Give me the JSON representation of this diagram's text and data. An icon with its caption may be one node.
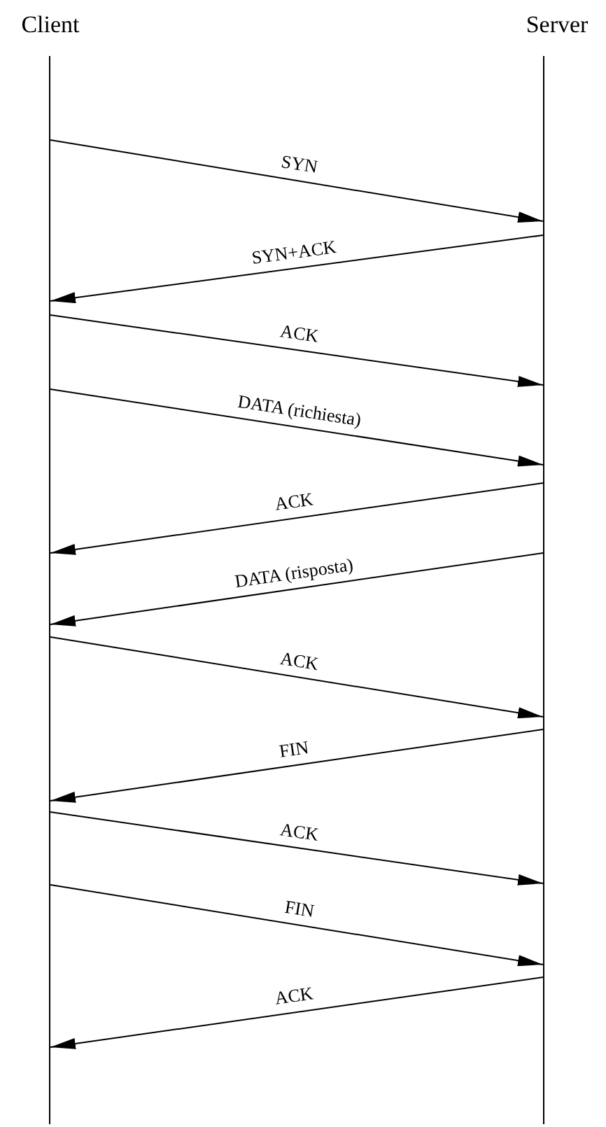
{
  "diagram": {
    "nodes": [
      {
        "text": [
          "Client"
        ]
      },
      {
        "text": [
          "Server"
        ]
      }
    ],
    "edges": [
      {
        "from": 0,
        "to": 1,
        "arrow": "to",
        "label": "SYN"
      },
      {
        "from": 1,
        "to": 0,
        "arrow": "to",
        "label": "SYN+ACK"
      },
      {
        "from": 0,
        "to": 1,
        "arrow": "to",
        "label": "ACK"
      },
      {
        "from": 0,
        "to": 1,
        "arrow": "to",
        "label": "DATA (richiesta)"
      },
      {
        "from": 1,
        "to": 0,
        "arrow": "to",
        "label": "ACK"
      },
      {
        "from": 1,
        "to": 0,
        "arrow": "to",
        "label": "DATA (risposta)"
      },
      {
        "from": 0,
        "to": 1,
        "arrow": "to",
        "label": "ACK"
      },
      {
        "from": 1,
        "to": 0,
        "arrow": "to",
        "label": "FIN"
      },
      {
        "from": 0,
        "to": 1,
        "arrow": "to",
        "label": "ACK"
      },
      {
        "from": 0,
        "to": 1,
        "arrow": "to",
        "label": "FIN"
      },
      {
        "from": 1,
        "to": 0,
        "arrow": "to",
        "label": "ACK"
      }
    ]
  }
}
